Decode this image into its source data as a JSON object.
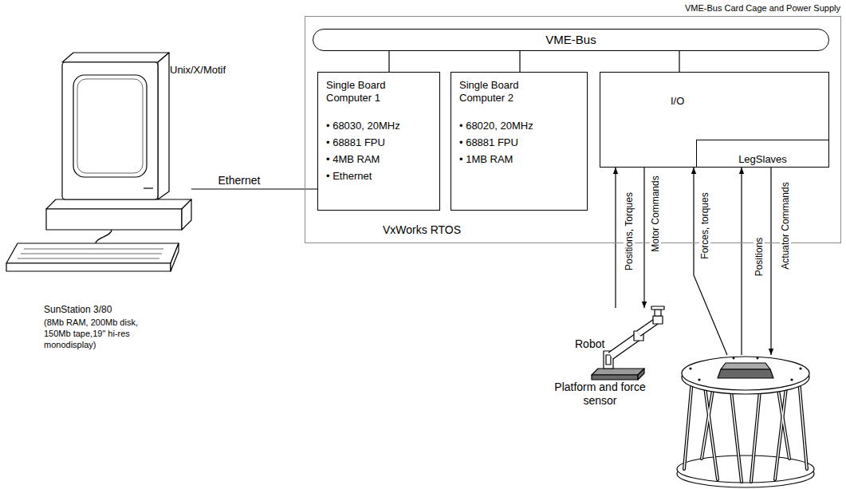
{
  "diagram": {
    "nodes": [
      {
        "text": [
          "VME-Bus Card Cage and Power Supply",
          "VxWorks RTOS"
        ]
      },
      {
        "text": [
          "VME-Bus"
        ],
        "in": 0
      },
      {
        "text": [
          "Single Board Computer 1",
          "• 68030, 20MHz",
          "• 68881 FPU",
          "• 4MB RAM",
          "• Ethernet"
        ],
        "in": 0
      },
      {
        "text": [
          "Single Board Computer 2",
          "• 68020, 20MHz",
          "• 68881 FPU",
          "• 1MB RAM"
        ],
        "in": 0
      },
      {
        "text": [
          "I/O"
        ],
        "in": 0
      },
      {
        "text": [
          "LegSlaves"
        ],
        "in": 4
      },
      {
        "text": [
          "Unix/X/Motif",
          "SunStation 3/80",
          "(8Mb RAM, 200Mb disk, 150Mb tape,19\" hi-res monodisplay)"
        ]
      },
      {
        "text": [
          "Robot"
        ]
      },
      {
        "text": [
          "Platform and force sensor"
        ]
      }
    ],
    "edges": [
      {
        "from": 6,
        "to": 2,
        "arrow": "none",
        "label": "Ethernet"
      },
      {
        "from": 1,
        "to": 2,
        "arrow": "none"
      },
      {
        "from": 1,
        "to": 3,
        "arrow": "none"
      },
      {
        "from": 1,
        "to": 4,
        "arrow": "none"
      },
      {
        "from": 7,
        "to": 4,
        "arrow": "to",
        "label": "Positions, Torques"
      },
      {
        "from": 4,
        "to": 7,
        "arrow": "to",
        "label": "Motor Commands"
      },
      {
        "from": 8,
        "to": 4,
        "arrow": "to",
        "label": "Forces, torques"
      },
      {
        "from": 8,
        "to": 5,
        "arrow": "to",
        "label": "Positions"
      },
      {
        "from": 5,
        "to": 8,
        "arrow": "to",
        "label": "Actuator Commands"
      }
    ]
  }
}
